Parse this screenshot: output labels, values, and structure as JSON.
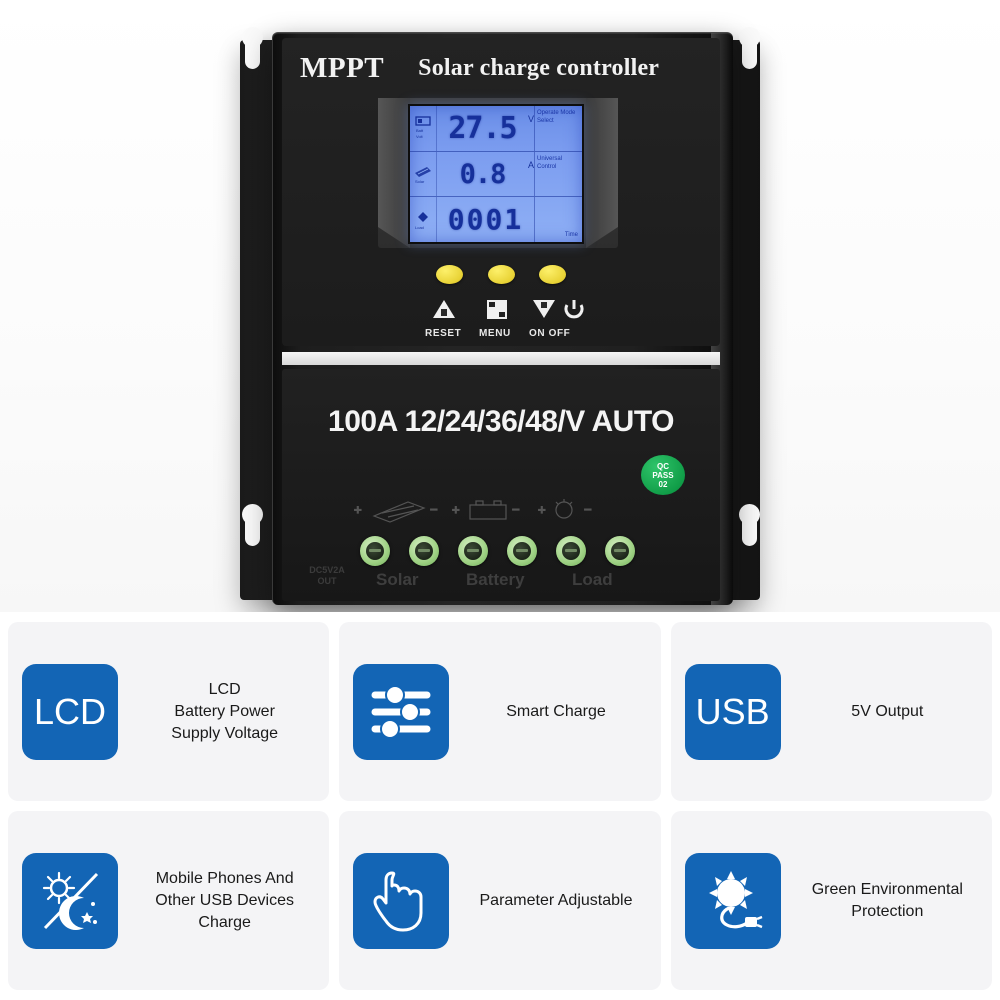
{
  "product": {
    "brand_title": "MPPT",
    "title": "Solar charge controller",
    "model_text": "100A 12/24/36/48/V AUTO",
    "qc": {
      "line1": "QC",
      "line2": "PASS",
      "line3": "02"
    },
    "dc_out_text": "DC5V2A\nOUT",
    "lcd": {
      "voltage": "27.5",
      "voltage_unit": "V",
      "current": "0.8",
      "current_unit": "A",
      "counter": "0001",
      "side_label_1": "Operate Mode Select",
      "side_label_2": "Universal Control",
      "time_label": "Time",
      "mini_label_battery": "Batt",
      "mini_label_solar": "Solar",
      "mini_label_load": "Load"
    },
    "buttons": [
      {
        "name": "reset",
        "label": "RESET",
        "icon": "triangle-up-icon"
      },
      {
        "name": "menu",
        "label": "MENU",
        "icon": "menu-bracket-icon"
      },
      {
        "name": "onoff",
        "label": "ON OFF",
        "icon": "triangle-down-power-icon"
      }
    ],
    "terminals": {
      "labels": [
        "Solar",
        "Battery",
        "Load"
      ],
      "count": 6
    },
    "colors": {
      "body": "#202020",
      "lcd_backlight": "#7c9df0",
      "lcd_digits": "#16309b",
      "button_yellow": "#e8d235",
      "terminal_green": "#9ed183",
      "qc_green": "#0f9b46"
    }
  },
  "features": [
    {
      "icon_kind": "text",
      "icon_text": "LCD",
      "icon_name": "lcd-icon",
      "label": "LCD\nBattery Power\nSupply Voltage"
    },
    {
      "icon_kind": "sliders",
      "icon_text": "",
      "icon_name": "sliders-icon",
      "label": "Smart Charge"
    },
    {
      "icon_kind": "text",
      "icon_text": "USB",
      "icon_name": "usb-icon",
      "label": "5V Output"
    },
    {
      "icon_kind": "daynight",
      "icon_text": "",
      "icon_name": "sun-moon-icon",
      "label": "Mobile Phones And\nOther USB Devices Charge"
    },
    {
      "icon_kind": "hand",
      "icon_text": "",
      "icon_name": "pointing-hand-icon",
      "label": "Parameter Adjustable"
    },
    {
      "icon_kind": "sunplug",
      "icon_text": "",
      "icon_name": "sun-plug-icon",
      "label": "Green Environmental\nProtection"
    }
  ],
  "theme": {
    "card_bg": "#f4f4f6",
    "icon_blue": "#1365b5",
    "page_bg": "#ffffff"
  }
}
